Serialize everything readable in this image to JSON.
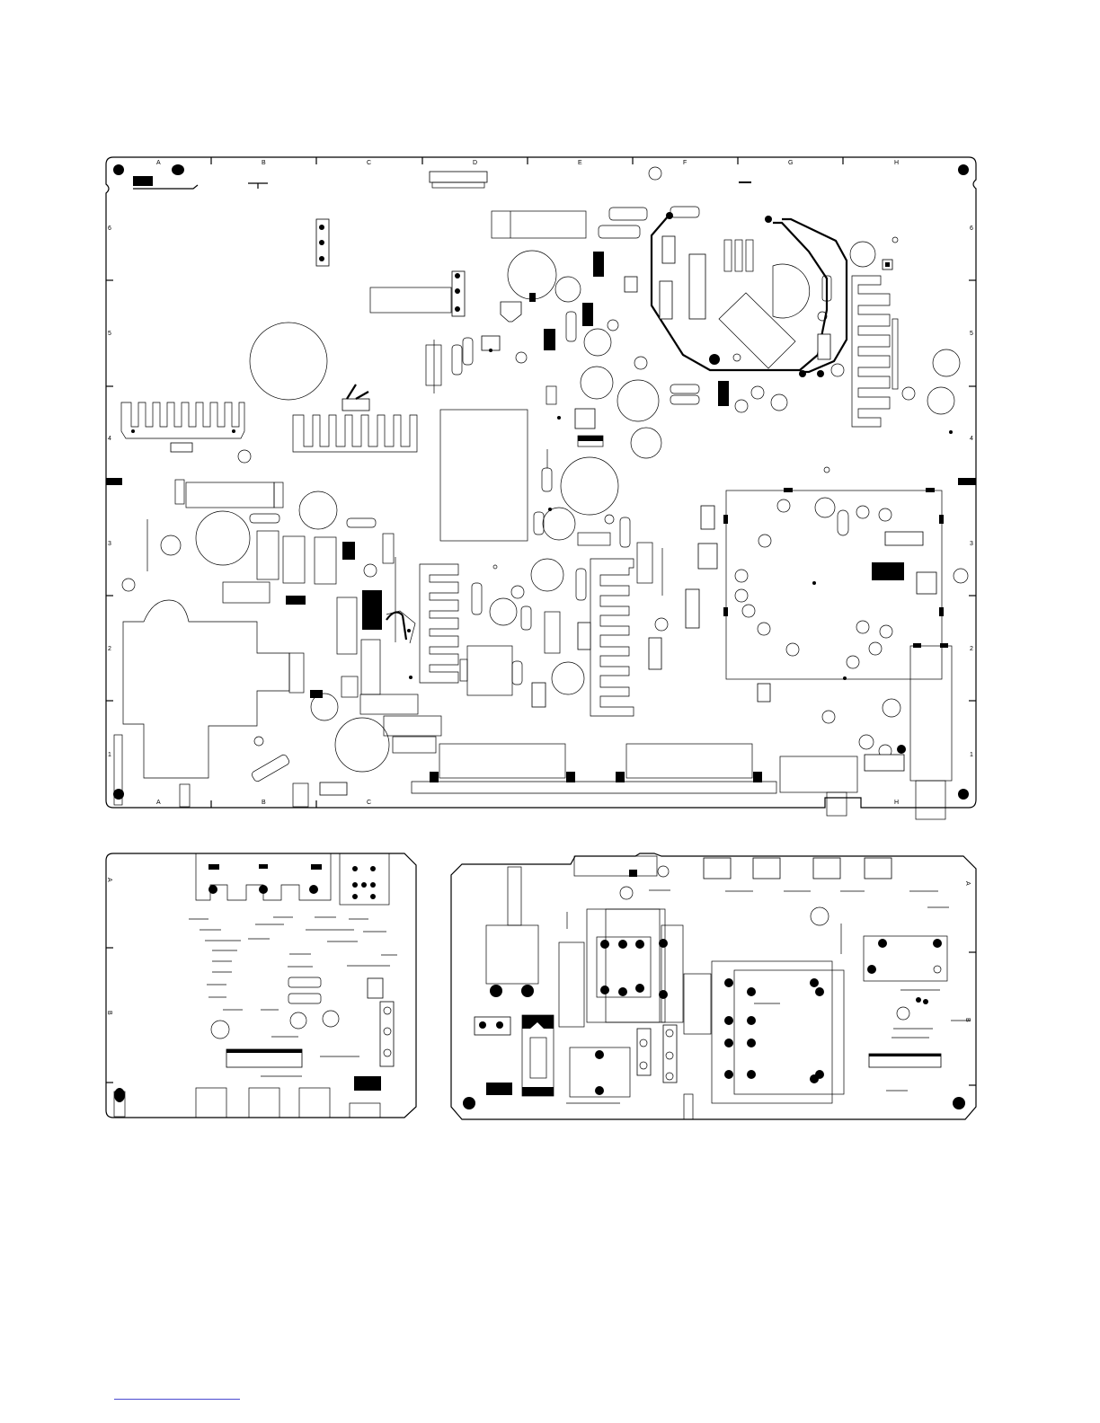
{
  "column_labels": [
    "A",
    "B",
    "C",
    "D",
    "E",
    "F",
    "G",
    "H"
  ],
  "row_labels": [
    "6",
    "5",
    "4",
    "3",
    "2",
    "1"
  ],
  "bottom_column_labels": [
    "A",
    "B",
    "C",
    "H"
  ],
  "sub_board_left": {
    "row_labels": [
      "A",
      "B"
    ]
  },
  "sub_board_right": {
    "row_labels": [
      "A",
      "B"
    ]
  },
  "colors": {
    "ink": "#000000",
    "paper": "#ffffff",
    "footer_rule": "#4a4ad0"
  }
}
